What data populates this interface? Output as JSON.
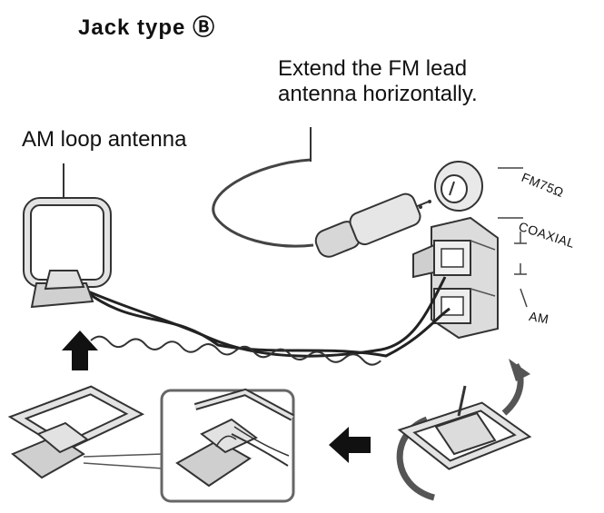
{
  "heading": "Jack type Ⓑ",
  "fm_instruction": {
    "line1": "Extend the FM lead",
    "line2": "antenna horizontally."
  },
  "am_antenna_label": "AM loop antenna",
  "jack_labels": {
    "fm": "FM75Ω",
    "coaxial": "COAXIAL",
    "am": "AM"
  }
}
